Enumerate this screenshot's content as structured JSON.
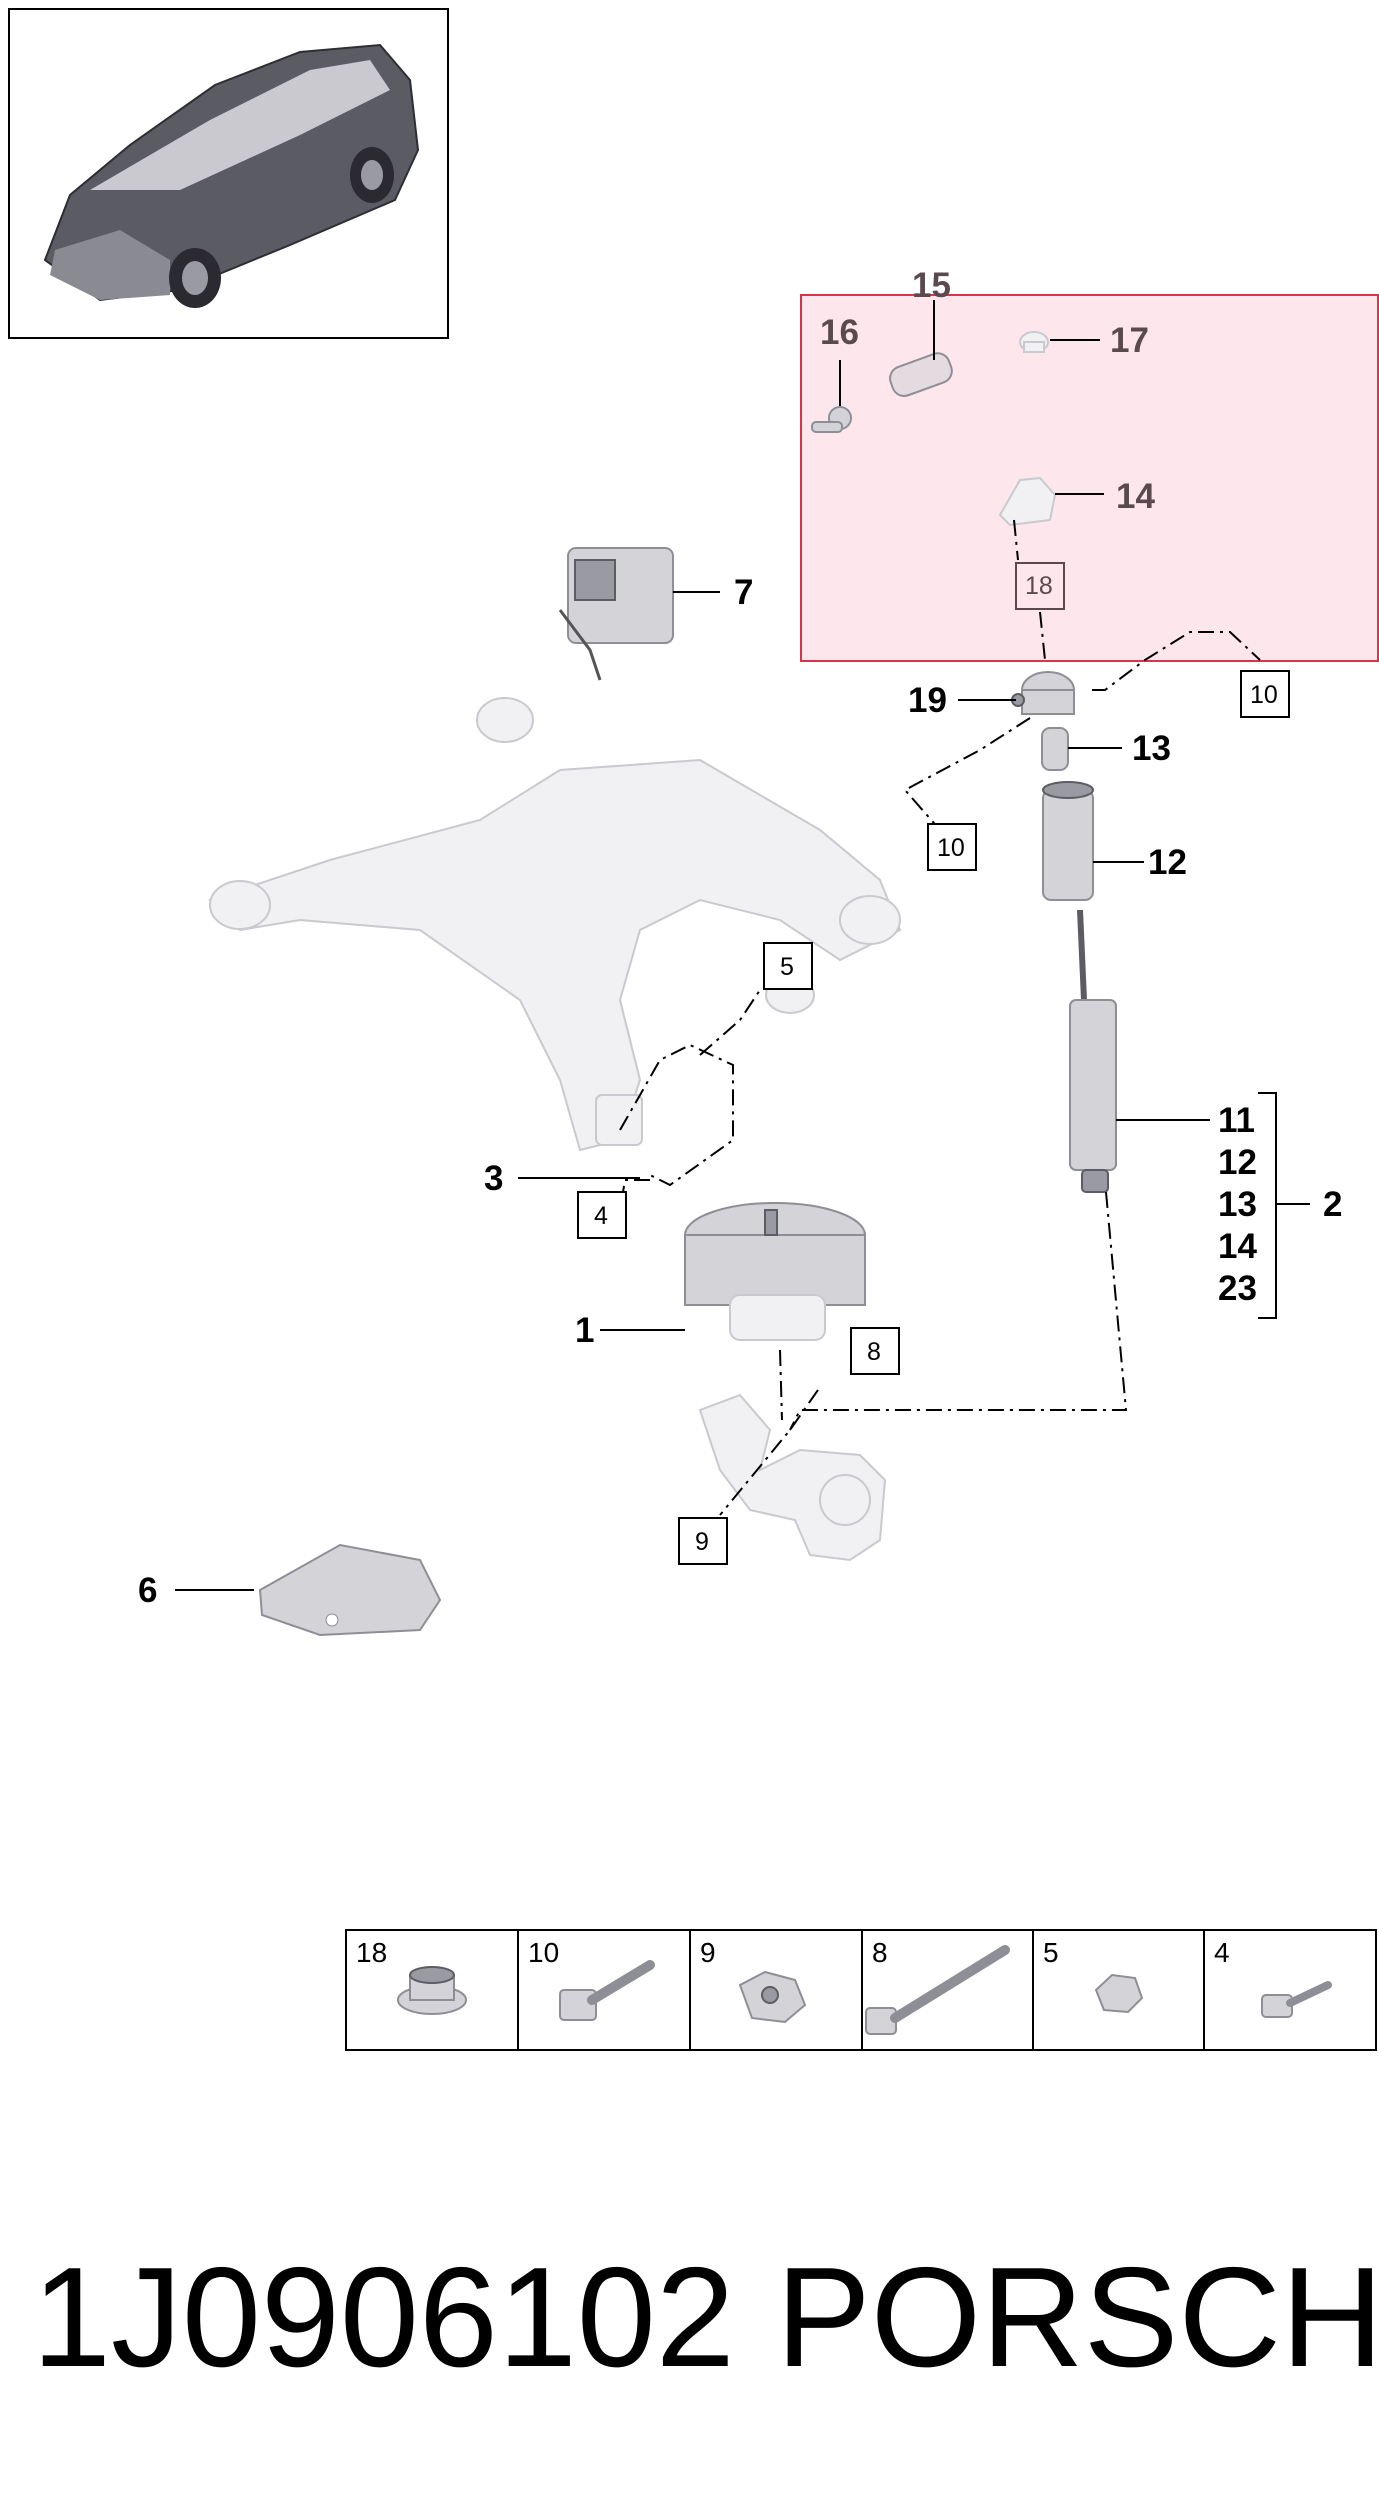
{
  "callouts": {
    "c1": "1",
    "c2": "2",
    "c3": "3",
    "c6": "6",
    "c7": "7",
    "c11": "11",
    "c12a": "12",
    "c13a": "13",
    "c14": "14",
    "c15": "15",
    "c16": "16",
    "c17": "17",
    "c19": "19"
  },
  "bracket_group": [
    "11",
    "12",
    "13",
    "14",
    "23"
  ],
  "ref_boxes": {
    "b4": "4",
    "b5": "5",
    "b8": "8",
    "b9": "9",
    "b10a": "10",
    "b10b": "10",
    "b18": "18"
  },
  "fastener_table": [
    "18",
    "10",
    "9",
    "8",
    "5",
    "4"
  ],
  "footer": {
    "part_number": "1J0906102",
    "brand": "PORSCHE"
  },
  "colors": {
    "highlight_fill": "#fde6ec",
    "highlight_border": "#d9344e"
  }
}
